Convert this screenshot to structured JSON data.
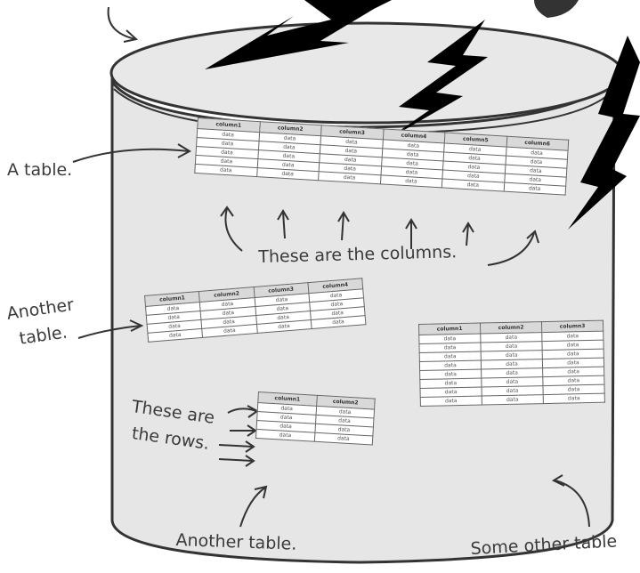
{
  "labels": {
    "a_table": "A table.",
    "columns": "These are the columns.",
    "another_table_1": "Another",
    "another_table_2": "table.",
    "rows_1": "These are",
    "rows_2": "the rows.",
    "another_table_bottom": "Another table.",
    "some_other_table": "Some other table"
  },
  "tables": {
    "main": {
      "headers": [
        "column1",
        "column2",
        "column3",
        "column4",
        "column5",
        "column6"
      ],
      "rows": [
        [
          "data",
          "data",
          "data",
          "data",
          "data",
          "data"
        ],
        [
          "data",
          "data",
          "data",
          "data",
          "data",
          "data"
        ],
        [
          "data",
          "data",
          "data",
          "data",
          "data",
          "data"
        ],
        [
          "data",
          "data",
          "data",
          "data",
          "data",
          "data"
        ],
        [
          "data",
          "data",
          "data",
          "data",
          "data",
          "data"
        ]
      ]
    },
    "another": {
      "headers": [
        "column1",
        "column2",
        "column3",
        "column4"
      ],
      "rows": [
        [
          "data",
          "data",
          "data",
          "data"
        ],
        [
          "data",
          "data",
          "data",
          "data"
        ],
        [
          "data",
          "data",
          "data",
          "data"
        ],
        [
          "data",
          "data",
          "data",
          "data"
        ]
      ]
    },
    "small": {
      "headers": [
        "column1",
        "column2"
      ],
      "rows": [
        [
          "data",
          "data"
        ],
        [
          "data",
          "data"
        ],
        [
          "data",
          "data"
        ],
        [
          "data",
          "data"
        ]
      ]
    },
    "other": {
      "headers": [
        "column1",
        "column2",
        "column3"
      ],
      "rows": [
        [
          "data",
          "data",
          "data"
        ],
        [
          "data",
          "data",
          "data"
        ],
        [
          "data",
          "data",
          "data"
        ],
        [
          "data",
          "data",
          "data"
        ],
        [
          "data",
          "data",
          "data"
        ],
        [
          "data",
          "data",
          "data"
        ],
        [
          "data",
          "data",
          "data"
        ],
        [
          "data",
          "data",
          "data"
        ]
      ]
    }
  },
  "colors": {
    "ink": "#333333",
    "cylinder_fill": "#e6e6e6",
    "bolt": "#000000"
  }
}
